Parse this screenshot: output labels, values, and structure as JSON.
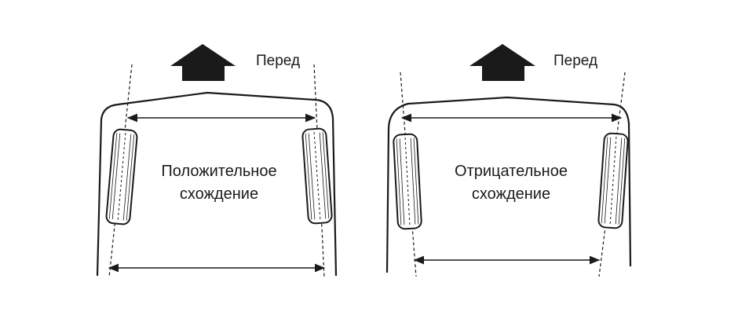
{
  "left_panel": {
    "front_label": "Перед",
    "caption_line1": "Положительное",
    "caption_line2": "схождение"
  },
  "right_panel": {
    "front_label": "Перед",
    "caption_line1": "Отрицательное",
    "caption_line2": "схождение"
  },
  "colors": {
    "ink": "#1a1a1a",
    "background": "#ffffff"
  }
}
